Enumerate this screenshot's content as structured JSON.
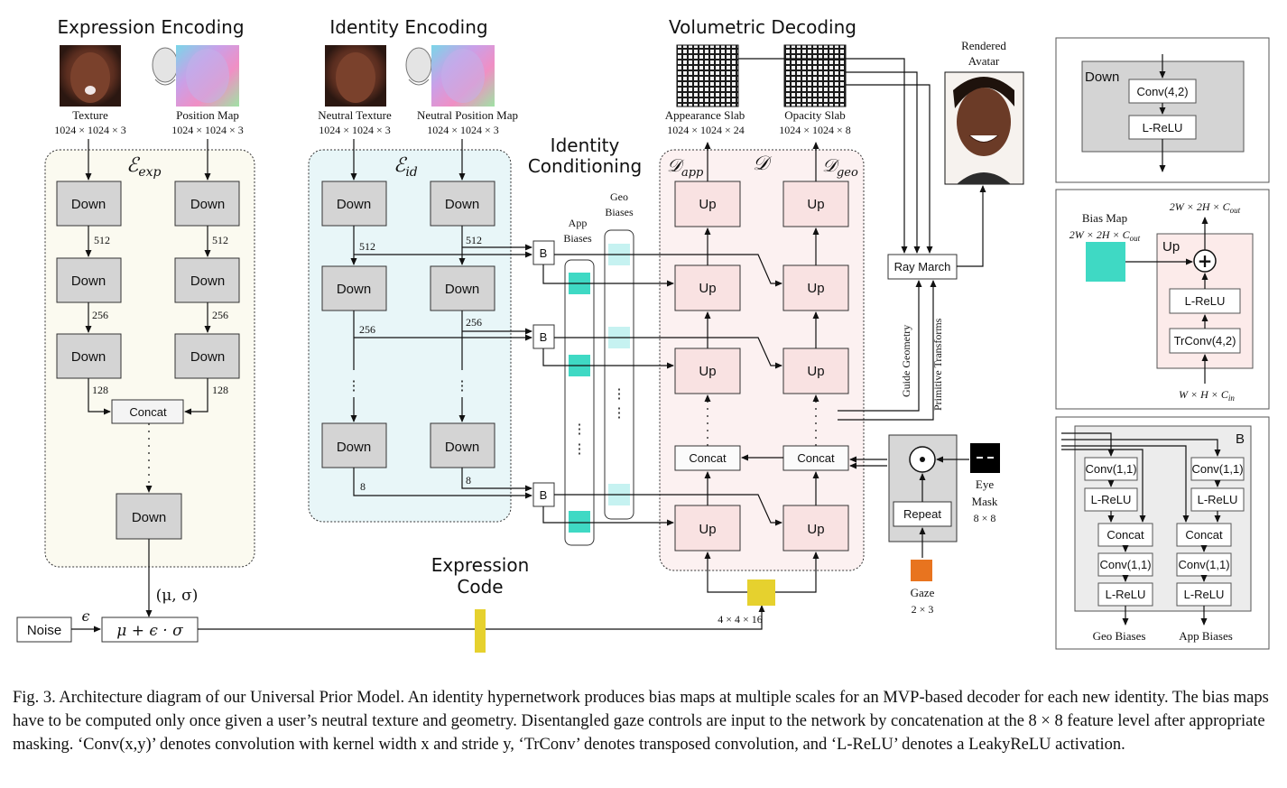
{
  "titles": {
    "expression_encoding": "Expression Encoding",
    "identity_encoding": "Identity Encoding",
    "volumetric_decoding": "Volumetric Decoding",
    "identity_conditioning": [
      "Identity",
      "Conditioning"
    ],
    "rendered_avatar": [
      "Rendered",
      "Avatar"
    ],
    "expression_code": [
      "Expression",
      "Code"
    ]
  },
  "inputs": {
    "texture": "Texture",
    "texture_dim": "1024 × 1024 × 3",
    "position_map": "Position Map",
    "position_map_dim": "1024 × 1024 × 3",
    "neutral_texture": "Neutral Texture",
    "neutral_texture_dim": "1024 × 1024 × 3",
    "neutral_position_map": "Neutral Position Map",
    "neutral_position_map_dim": "1024 × 1024 × 3"
  },
  "outputs": {
    "appearance_slab": "Appearance Slab",
    "appearance_slab_dim": "1024 × 1024 × 24",
    "opacity_slab": "Opacity Slab",
    "opacity_slab_dim": "1024 × 1024 × 8"
  },
  "symbols": {
    "enc_exp": "ℰ",
    "enc_exp_sub": "exp",
    "enc_id": "ℰ",
    "enc_id_sub": "id",
    "dec": "𝒟",
    "dec_app": "𝒟",
    "dec_app_sub": "app",
    "dec_geo": "𝒟",
    "dec_geo_sub": "geo"
  },
  "blocks": {
    "down": "Down",
    "up": "Up",
    "concat": "Concat",
    "b": "B",
    "ray_march": "Ray March",
    "repeat": "Repeat",
    "noise": "Noise",
    "reparam": "μ + ϵ · σ",
    "mu_sigma": "(μ, σ)",
    "epsilon": "ϵ",
    "dots": "⋮"
  },
  "channels": {
    "c512": "512",
    "c256": "256",
    "c128": "128",
    "c8": "8"
  },
  "conditioning": {
    "app_biases": [
      "App",
      "Biases"
    ],
    "geo_biases": [
      "Geo",
      "Biases"
    ]
  },
  "gaze": {
    "label": "Gaze",
    "dim": "2 × 3",
    "eye_mask": [
      "Eye",
      "Mask"
    ],
    "eye_mask_dim": "8 × 8",
    "dot": "⊙"
  },
  "misc": {
    "code_dim": "4 × 4 × 16",
    "guide_geometry": "Guide Geometry",
    "primitive_transforms": "Primitive Transforms"
  },
  "inset_down": {
    "title": "Down",
    "conv": "Conv(4,2)",
    "lrelu": "L-ReLU"
  },
  "inset_up": {
    "bias_map": "Bias Map",
    "bias_dim": "2W × 2H × C",
    "bias_dim_sub": "out",
    "out_dim": "2W × 2H × C",
    "out_dim_sub": "out",
    "in_dim": "W × H × C",
    "in_dim_sub": "in",
    "title": "Up",
    "lrelu": "L-ReLU",
    "trconv": "TrConv(4,2)",
    "plus": "+"
  },
  "inset_b": {
    "title": "B",
    "conv11": "Conv(1,1)",
    "lrelu": "L-ReLU",
    "concat": "Concat",
    "geo_biases": "Geo Biases",
    "app_biases": "App Biases"
  },
  "caption": {
    "text": "Fig. 3.  Architecture diagram of our Universal Prior Model. An identity hypernetwork produces bias maps at multiple scales for an MVP-based decoder for each new identity. The bias maps have to be computed only once given a user’s neutral texture and geometry. Disentangled gaze controls are input to the network by concatenation at the 8 × 8 feature level after appropriate masking. ‘Conv(x,y)’ denotes convolution with kernel width x and stride y, ‘TrConv’ denotes transposed convolution, and ‘L-ReLU’ denotes a LeakyReLU activation."
  },
  "colors": {
    "expression_panel": "#fbfaf0",
    "identity_panel": "#e8f6f8",
    "decoder_panel": "#fcf1f1",
    "down_block": "#d4d4d4",
    "up_block": "#f9e2e2",
    "bias_cyan": "#3fd9c4",
    "bias_cyan_light": "#c6f2f1",
    "expression_code": "#e6d12e",
    "gaze": "#e8741f"
  }
}
